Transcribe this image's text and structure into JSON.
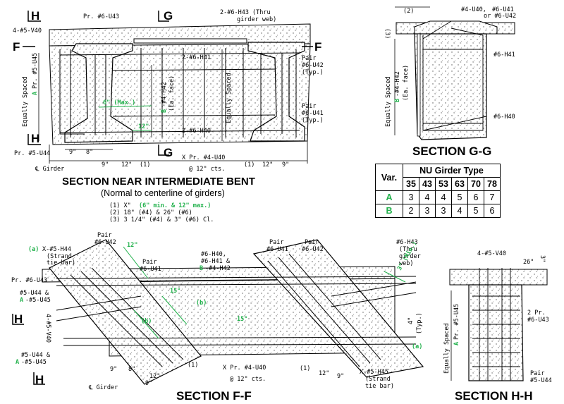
{
  "top_section": {
    "cut_h": "H",
    "cut_g": "G",
    "cut_f": "F",
    "label_pr_u43": "Pr. #6-U43",
    "label_v40": "4-#5-V40",
    "label_h43": "2-#6-H43 (Thru",
    "label_h43b": "girder web)",
    "label_h41": "2-#6-H41",
    "label_pair_u42a": "Pair",
    "label_pair_u42b": "#6-U42",
    "label_pair_u42c": "(Typ.)",
    "label_pair_u41a": "Pair",
    "label_pair_u41b": "#6-U41",
    "label_pair_u41c": "(Typ.)",
    "label_h40": "2-#6-H40",
    "label_u45": "Pr. #5-U45",
    "label_eq_spaced": "Equally Spaced",
    "label_eq_spaced2": "Equally Spaced",
    "label_a": "A",
    "label_b": "B",
    "label_h42": "-#4-H42",
    "label_ea_face": "(Ea. face)",
    "dim_6max": "6\" (Max.)",
    "dim_12": "12\"",
    "label_u44": "Pr. #5-U44",
    "dim_9": "9\"",
    "dim_8": "8\"",
    "label_u40": "X Pr. #4-U40",
    "label_girder": "℄ Girder",
    "dims_bottom": [
      "9\"",
      "12\"",
      "(1)",
      "(1)",
      "12\"",
      "9\""
    ],
    "at_12": "@ 12\" cts.",
    "title": "SECTION NEAR INTERMEDIATE BENT",
    "subtitle": "(Normal to centerline of girders)",
    "note1_prefix": "(1) X\"",
    "note1_green": "(6\" min. & 12\" max.)",
    "note2": "(2) 18\" (#4) & 26\" (#6)",
    "note3": "(3) 3 1/4\" (#4) & 3\" (#6) Cl."
  },
  "section_gg": {
    "dim_2": "(2)",
    "dim_3": "(3)",
    "label_u40": "#4-U40,",
    "label_u41": "#6-U41",
    "label_u42": "or #6-U42",
    "label_h41": "#6-H41",
    "label_h40": "#6-H40",
    "label_eq": "Equally Spaced",
    "label_b": "B",
    "label_h42": "-#4-H42",
    "label_ea": "(Ea. face)",
    "title": "SECTION G-G"
  },
  "table": {
    "var_header": "Var.",
    "group_header": "NU Girder Type",
    "types": [
      "35",
      "43",
      "53",
      "63",
      "70",
      "78"
    ],
    "rows": [
      {
        "var": "A",
        "values": [
          "3",
          "4",
          "4",
          "5",
          "6",
          "7"
        ]
      },
      {
        "var": "B",
        "values": [
          "2",
          "3",
          "3",
          "4",
          "5",
          "6"
        ]
      }
    ]
  },
  "section_ff": {
    "label_a": "(a)",
    "label_h44a": "X-#5-H44",
    "label_h44b": "(Strand",
    "label_h44c": "tie bar)",
    "label_pair_u42a": "Pair",
    "label_pair_u42b": "#6-U42",
    "label_pair_u41a": "Pair",
    "label_pair_u41b": "#6-U41",
    "label_h40": "#6-H40,",
    "label_h41": "#6-H41 &",
    "label_h42_prefix": "B",
    "label_h42": "-#4-H42",
    "label_pair2_u41a": "Pair",
    "label_pair2_u41b": "#6-U41",
    "label_pair2_u42a": "Pair",
    "label_pair2_u42b": "#6-U42",
    "label_h43a": "#6-H43",
    "label_h43b": "(Thru",
    "label_h43c": "girder",
    "label_h43d": "web)",
    "label_pr_u43": "Pr. #6-U43",
    "label_u44_1": "#5-U44 &",
    "label_u45_1_prefix": "A",
    "label_u45_1": "-#5-U45",
    "label_v40": "4-#5-V40",
    "label_u44_2": "#5-U44 &",
    "label_u45_2_prefix": "A",
    "label_u45_2": "-#5-U45",
    "dim_12": "12\"",
    "dim_15": "15°",
    "dim_15b": "15°",
    "dim_3min": "3\" (Min.)",
    "dim_4typ": "4\"",
    "dim_typ": "(Typ.)",
    "dim_b1": "(b)",
    "dim_b2": "(b)",
    "dims": [
      "9\"",
      "8\"",
      "12\"",
      "9\"",
      "(1)",
      "(1)",
      "12\"",
      "9\""
    ],
    "label_u40": "X Pr. #4-U40",
    "at_12": "@ 12\" cts.",
    "label_girder": "℄ Girder",
    "label_a2": "(a)",
    "label_h45a": "X-#5-H45",
    "label_h45b": "(Strand",
    "label_h45c": "tie bar)",
    "cut_h": "H",
    "title": "SECTION F-F"
  },
  "section_hh": {
    "label_v40": "4-#5-V40",
    "dim_26": "26\"",
    "dim_3": "3\"",
    "label_eq": "Equally Spaced",
    "label_a": "A",
    "label_u45": "Pr. #5-U45",
    "label_u43a": "2 Pr.",
    "label_u43b": "#6-U43",
    "label_u44a": "Pair",
    "label_u44b": "#5-U44",
    "title": "SECTION H-H"
  },
  "colors": {
    "accent": "#22b14c",
    "line": "#000000"
  }
}
